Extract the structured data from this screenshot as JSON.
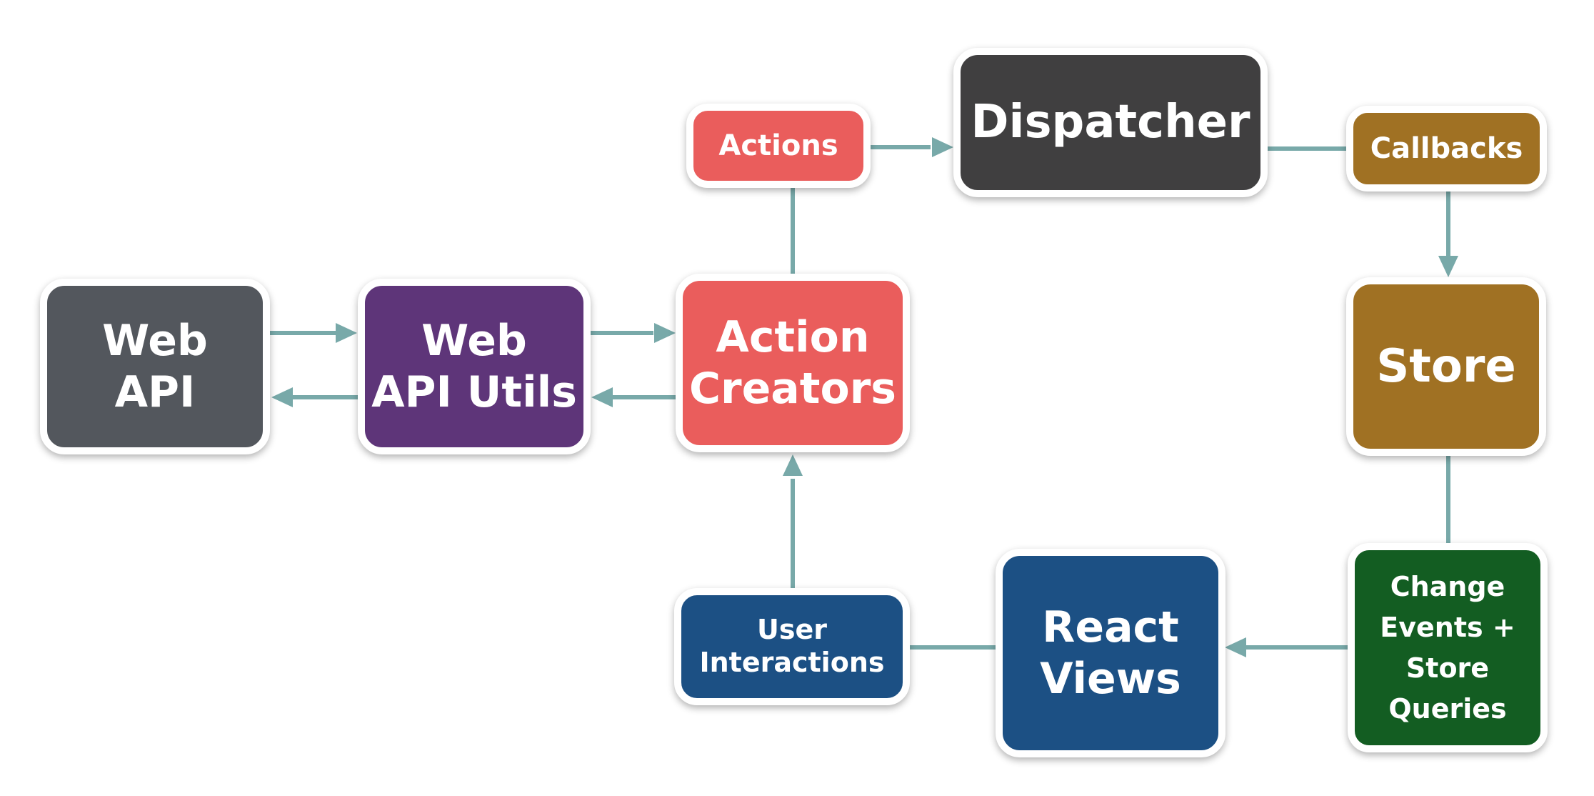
{
  "colors": {
    "connector": "#78a9a9",
    "gray": "#53575d",
    "purple": "#5e3579",
    "coral": "#ea5d5c",
    "dark": "#403f40",
    "gold": "#a07123",
    "blue": "#1c5084",
    "green": "#135d22"
  },
  "nodes": {
    "web_api": {
      "label": "Web\nAPI"
    },
    "web_api_utils": {
      "label": "Web\nAPI Utils"
    },
    "action_creators": {
      "label": "Action\nCreators"
    },
    "actions": {
      "label": "Actions"
    },
    "dispatcher": {
      "label": "Dispatcher"
    },
    "callbacks": {
      "label": "Callbacks"
    },
    "store": {
      "label": "Store"
    },
    "change_events": {
      "label": "Change\nEvents +\nStore\nQueries"
    },
    "react_views": {
      "label": "React\nViews"
    },
    "user_interactions": {
      "label": "User\nInteractions"
    }
  }
}
